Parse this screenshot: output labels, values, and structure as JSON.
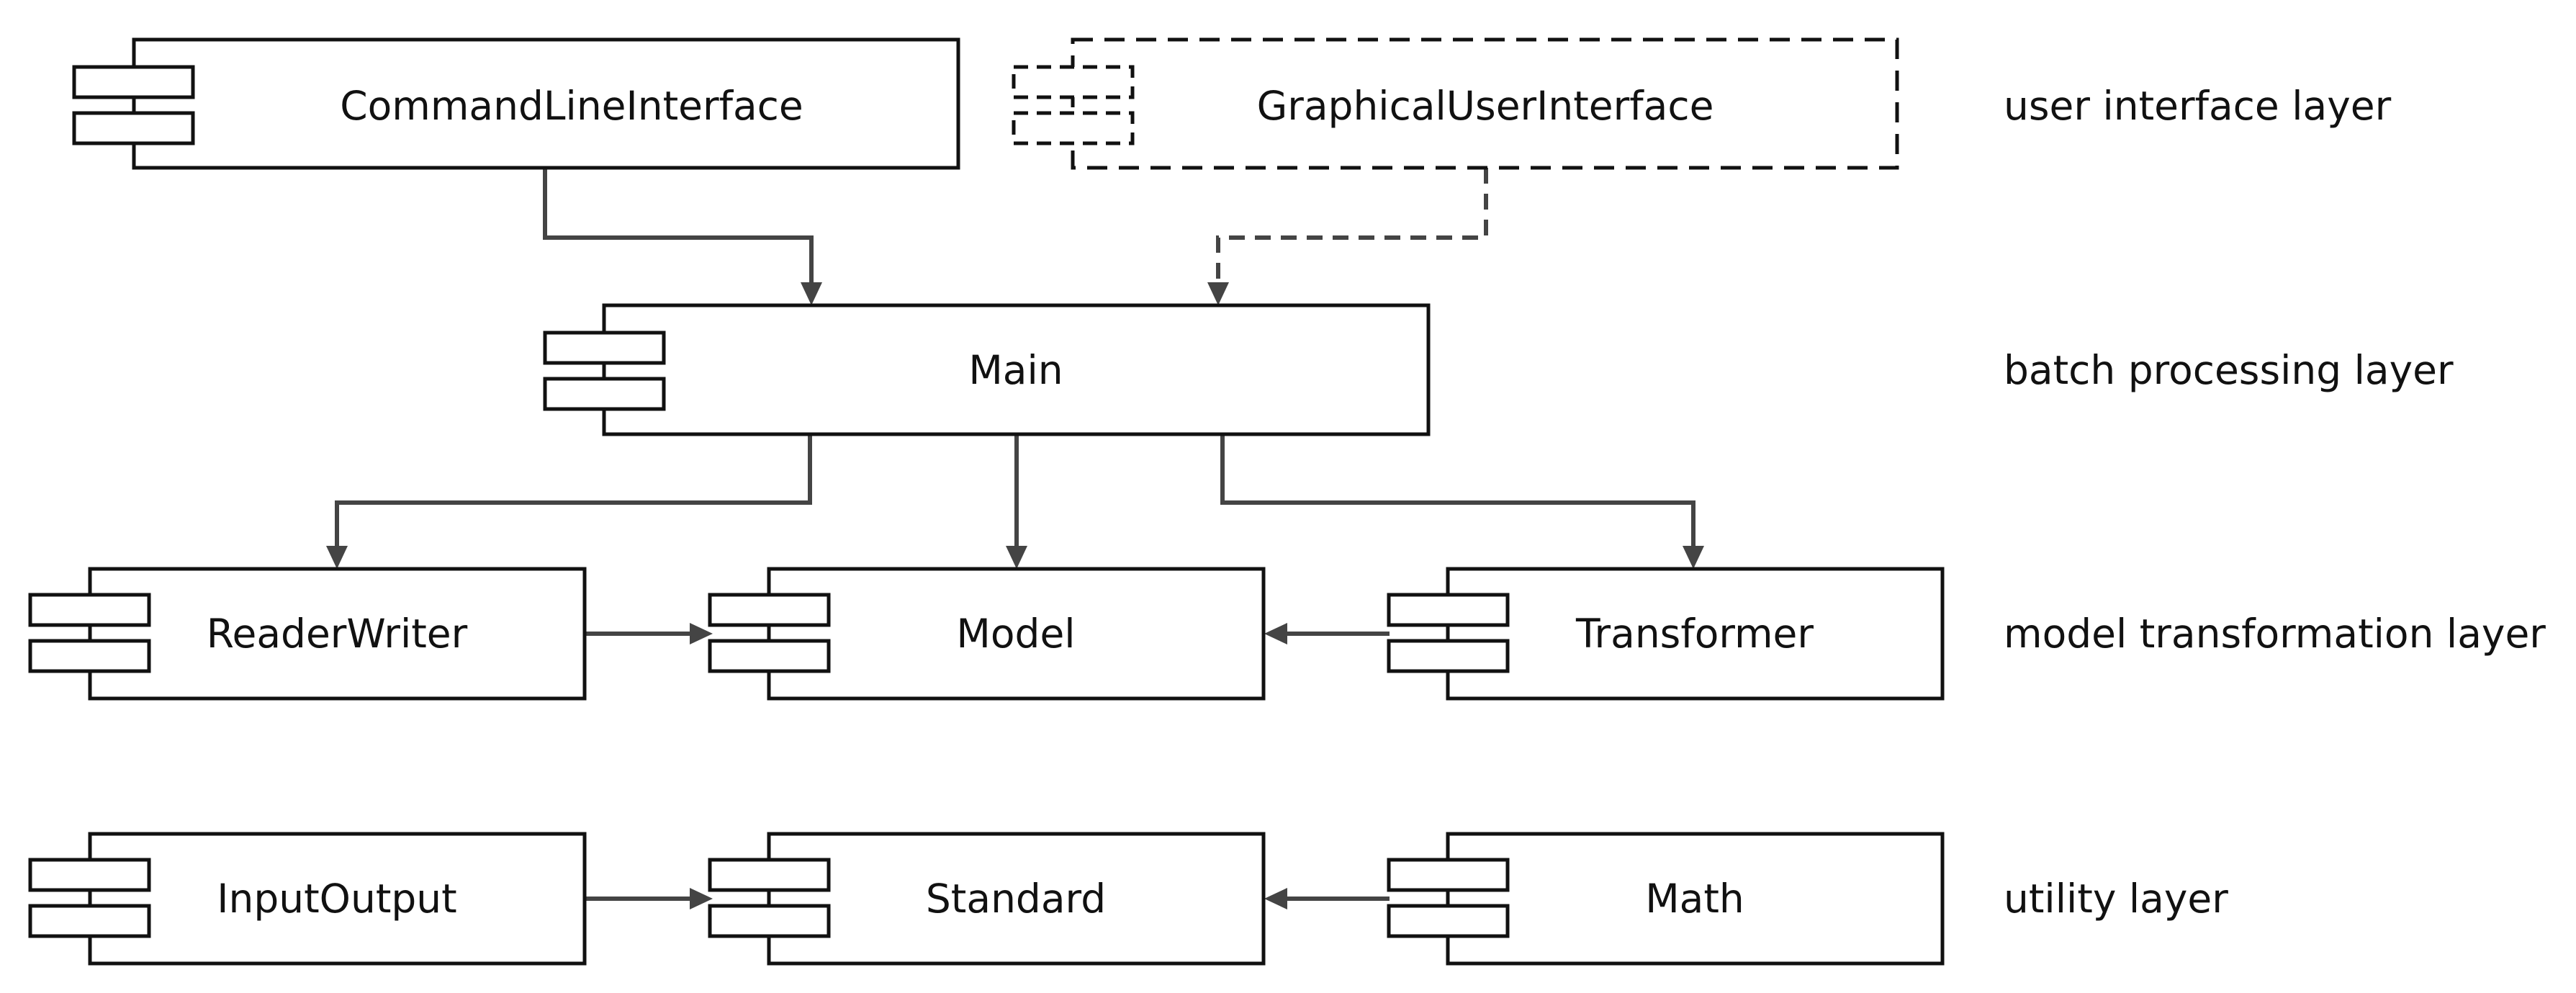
{
  "components": [
    {
      "id": "cli",
      "label": "CommandLineInterface"
    },
    {
      "id": "gui",
      "label": "GraphicalUserInterface",
      "style": "dashed"
    },
    {
      "id": "main",
      "label": "Main"
    },
    {
      "id": "readerwriter",
      "label": "ReaderWriter"
    },
    {
      "id": "model",
      "label": "Model"
    },
    {
      "id": "transformer",
      "label": "Transformer"
    },
    {
      "id": "inputoutput",
      "label": "InputOutput"
    },
    {
      "id": "standard",
      "label": "Standard"
    },
    {
      "id": "math",
      "label": "Math"
    }
  ],
  "layers": [
    {
      "label": "user interface layer"
    },
    {
      "label": "batch processing layer"
    },
    {
      "label": "model transformation layer"
    },
    {
      "label": "utility layer"
    }
  ],
  "connections": [
    {
      "from": "cli",
      "to": "main",
      "style": "solid"
    },
    {
      "from": "gui",
      "to": "main",
      "style": "dashed"
    },
    {
      "from": "main",
      "to": "readerwriter",
      "style": "solid"
    },
    {
      "from": "main",
      "to": "model",
      "style": "solid"
    },
    {
      "from": "main",
      "to": "transformer",
      "style": "solid"
    },
    {
      "from": "readerwriter",
      "to": "model",
      "style": "solid"
    },
    {
      "from": "transformer",
      "to": "model",
      "style": "solid"
    },
    {
      "from": "inputoutput",
      "to": "standard",
      "style": "solid"
    },
    {
      "from": "math",
      "to": "standard",
      "style": "solid"
    }
  ]
}
